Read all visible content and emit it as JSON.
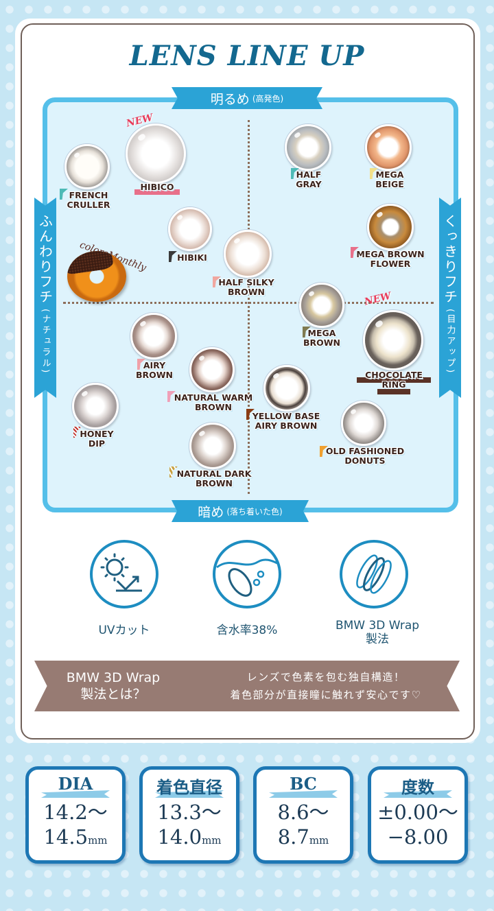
{
  "title": "LENS LINE UP",
  "axes": {
    "top": {
      "main": "明るめ",
      "sub": "(高発色)"
    },
    "bottom": {
      "main": "暗め",
      "sub": "(落ち着いた色)"
    },
    "left": {
      "main": "ふんわりフチ",
      "sub": "(ナチュラル)"
    },
    "right": {
      "main": "くっきりフチ",
      "sub": "(目力アップ)"
    }
  },
  "brand": "colorsMonthly",
  "new_label": "NEW",
  "lenses": [
    {
      "name1": "FRENCH",
      "name2": "CRULLER",
      "flag_color": "#4dbab6",
      "is_new": false
    },
    {
      "name1": "HIBICO",
      "name2": "",
      "flag_color": "#e8708a",
      "is_new": true
    },
    {
      "name1": "HALF",
      "name2": "GRAY",
      "flag_color": "#4dbab6",
      "is_new": false
    },
    {
      "name1": "MEGA",
      "name2": "BEIGE",
      "flag_color": "#f1e08a",
      "is_new": false
    },
    {
      "name1": "HIBIKI",
      "name2": "",
      "flag_color": "#3a3a3a",
      "is_new": false
    },
    {
      "name1": "MEGA BROWN",
      "name2": "FLOWER",
      "flag_color": "#e8708a",
      "is_new": false
    },
    {
      "name1": "HALF SILKY",
      "name2": "BROWN",
      "flag_color": "#f0a7a0",
      "is_new": false
    },
    {
      "name1": "MEGA",
      "name2": "BROWN",
      "flag_color": "#7f7a50",
      "is_new": false
    },
    {
      "name1": "CHOCOLATE",
      "name2": "RING",
      "flag_color": "#5a3226",
      "is_new": true
    },
    {
      "name1": "AIRY",
      "name2": "BROWN",
      "flag_color": "#f0a0a8",
      "is_new": false
    },
    {
      "name1": "NATURAL WARM",
      "name2": "BROWN",
      "flag_color": "#f0a0b8",
      "is_new": false
    },
    {
      "name1": "YELLOW BASE",
      "name2": "AIRY BROWN",
      "flag_color": "#8a3c14",
      "is_new": false
    },
    {
      "name1": "HONEY",
      "name2": "DIP",
      "flag_color": "#c0302a",
      "is_new": false
    },
    {
      "name1": "OLD FASHIONED",
      "name2": "DONUTS",
      "flag_color": "#f0a030",
      "is_new": false
    },
    {
      "name1": "NATURAL DARK",
      "name2": "BROWN",
      "flag_color": "#c8a040",
      "is_new": false
    }
  ],
  "features": [
    {
      "icon": "uv-cut-icon",
      "label": "UVカット",
      "label2": ""
    },
    {
      "icon": "water-content-icon",
      "label": "含水率38%",
      "label2": ""
    },
    {
      "icon": "bmw-3d-wrap-icon",
      "label": "BMW 3D Wrap",
      "label2": "製法"
    }
  ],
  "bmw_banner": {
    "title1": "BMW 3D Wrap",
    "title2": "製法とは？",
    "line1": "レンズで色素を包む独自構造！",
    "line2": "着色部分が直接瞳に触れず安心です♡"
  },
  "specs": [
    {
      "label": "DIA",
      "line1": "14.2～",
      "line2": "14.5",
      "unit": "mm"
    },
    {
      "label": "着色直径",
      "line1": "13.3～",
      "line2": "14.0",
      "unit": "mm"
    },
    {
      "label": "BC",
      "line1": "8.6～",
      "line2": "8.7",
      "unit": "mm"
    },
    {
      "label": "度数",
      "line1": "±0.00～",
      "line2": "−8.00",
      "unit": ""
    }
  ],
  "colors": {
    "title": "#13688f",
    "panel_border": "#55bfe9",
    "banner": "#2ba3d6",
    "frame_border": "#6f5f58",
    "bmw_banner": "#977b73",
    "spec_border": "#1d77b4"
  }
}
